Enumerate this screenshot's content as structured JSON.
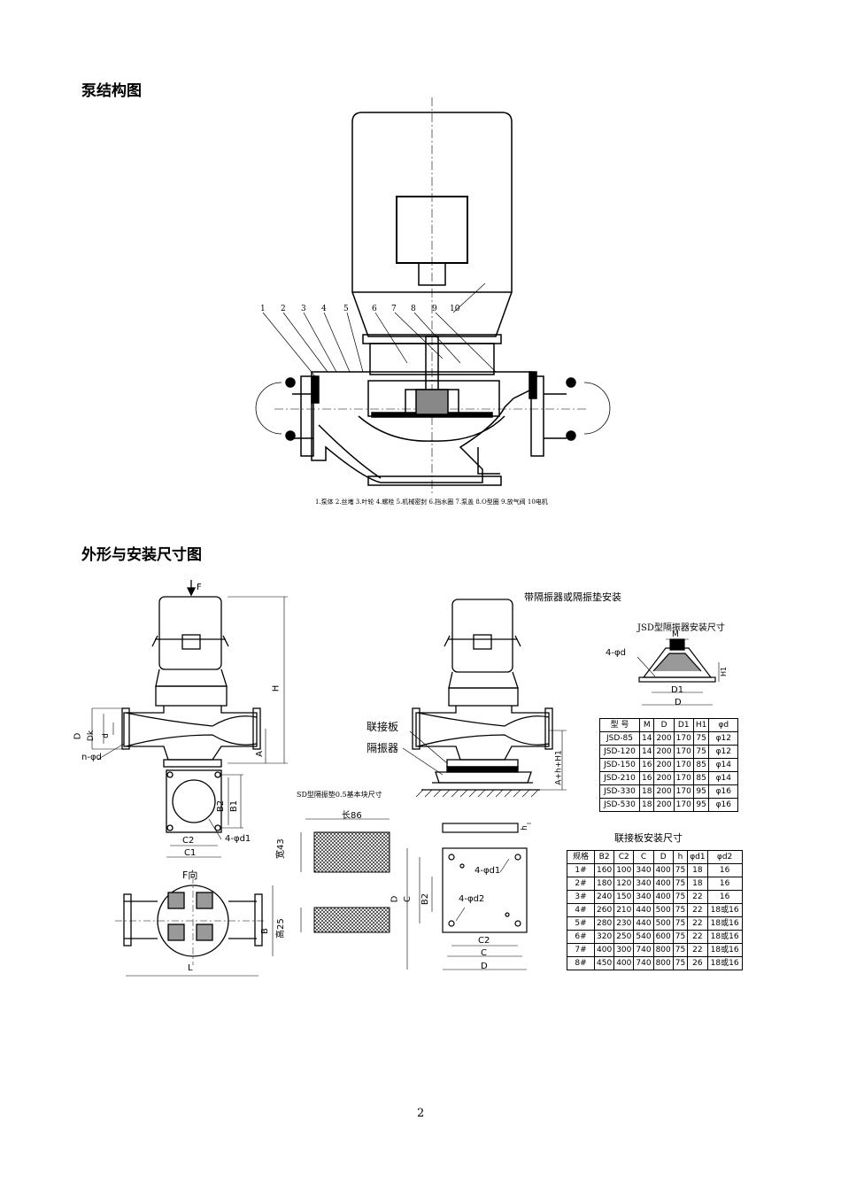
{
  "section1": {
    "title": "泵结构图"
  },
  "structure": {
    "numbers": [
      "1",
      "2",
      "3",
      "4",
      "5",
      "6",
      "7",
      "8",
      "9",
      "10"
    ],
    "caption": "1.泵体 2.丝堵 3.叶轮 4.螺栓 5.机械密封 6.挡水圈 7.泵盖 8.O型圈 9.放气阀 10电机"
  },
  "section2": {
    "title": "外形与安装尺寸图"
  },
  "dim_labels": {
    "F": "F",
    "H": "H",
    "D": "D",
    "Dk": "Dk",
    "d": "d",
    "A": "A",
    "n_phi_d": "n-φd",
    "B2": "B2",
    "B1": "B1",
    "C2": "C2",
    "C1": "C1",
    "four_phi_d1": "4-φd1",
    "F_view": "F向",
    "B": "B",
    "L": "L",
    "A_h_H1": "A+h+H1",
    "four_phi_d_iso": "4-φd",
    "M": "M",
    "D1": "D1",
    "H1": "H1",
    "h": "h",
    "C": "C",
    "four_phi_d2": "4-φd2"
  },
  "isolator_title": "带隔振器或隔振垫安装",
  "linkplate_label": "联接板",
  "isolator_label": "隔振器",
  "sd_pad": {
    "title": "SD型隔振垫0.5基本块尺寸",
    "length": "长86",
    "width": "宽43",
    "height": "高25"
  },
  "jsd_title": "JSD型隔振器安装尺寸",
  "jsd_table": {
    "headers": [
      "型 号",
      "M",
      "D",
      "D1",
      "H1",
      "φd"
    ],
    "rows": [
      [
        "JSD-85",
        "14",
        "200",
        "170",
        "75",
        "φ12"
      ],
      [
        "JSD-120",
        "14",
        "200",
        "170",
        "75",
        "φ12"
      ],
      [
        "JSD-150",
        "16",
        "200",
        "170",
        "85",
        "φ14"
      ],
      [
        "JSD-210",
        "16",
        "200",
        "170",
        "85",
        "φ14"
      ],
      [
        "JSD-330",
        "18",
        "200",
        "170",
        "95",
        "φ16"
      ],
      [
        "JSD-530",
        "18",
        "200",
        "170",
        "95",
        "φ16"
      ]
    ]
  },
  "link_title": "联接板安装尺寸",
  "link_table": {
    "headers": [
      "规格",
      "B2",
      "C2",
      "C",
      "D",
      "h",
      "φd1",
      "φd2"
    ],
    "rows": [
      [
        "1#",
        "160",
        "100",
        "340",
        "400",
        "75",
        "18",
        "16"
      ],
      [
        "2#",
        "180",
        "120",
        "340",
        "400",
        "75",
        "18",
        "16"
      ],
      [
        "3#",
        "240",
        "150",
        "340",
        "400",
        "75",
        "22",
        "16"
      ],
      [
        "4#",
        "260",
        "210",
        "440",
        "500",
        "75",
        "22",
        "18或16"
      ],
      [
        "5#",
        "280",
        "230",
        "440",
        "500",
        "75",
        "22",
        "18或16"
      ],
      [
        "6#",
        "320",
        "250",
        "540",
        "600",
        "75",
        "22",
        "18或16"
      ],
      [
        "7#",
        "400",
        "300",
        "740",
        "800",
        "75",
        "22",
        "18或16"
      ],
      [
        "8#",
        "450",
        "400",
        "740",
        "800",
        "75",
        "26",
        "18或16"
      ]
    ]
  },
  "page_number": "2"
}
